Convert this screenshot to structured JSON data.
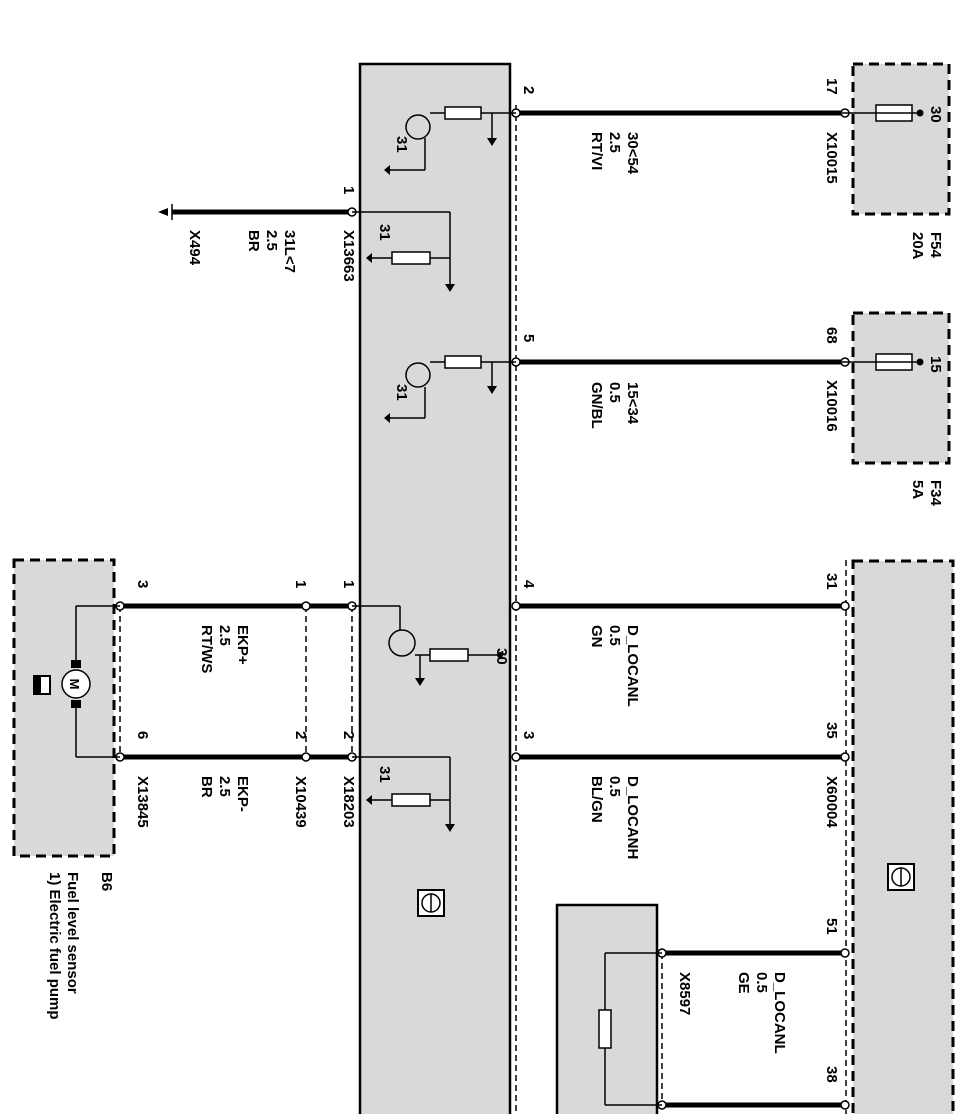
{
  "fuses": [
    {
      "id": "F54",
      "rating": "20A",
      "terminal": "30",
      "pin": "17",
      "connector": "X10015"
    },
    {
      "id": "F34",
      "rating": "5A",
      "terminal": "15",
      "pin": "68",
      "connector": "X10016"
    }
  ],
  "wires": [
    {
      "signal": "30<54",
      "size": "2.5",
      "color": "RT/VI",
      "pin": "2"
    },
    {
      "signal": "15<34",
      "size": "0.5",
      "color": "GN/BL",
      "pin": "5"
    },
    {
      "signal": "D_LOCANL",
      "size": "0.5",
      "color": "GN",
      "pin": "4"
    },
    {
      "signal": "D_LOCANH",
      "size": "0.5",
      "color": "BL/GN",
      "pin": "3"
    }
  ],
  "ground": {
    "signal": "31L<7",
    "size": "2.5",
    "color": "BR",
    "pin": "1",
    "connector": "X13663",
    "ground_point": "X494"
  },
  "gateway": {
    "connector": "X60004",
    "pin_a": "31",
    "pin_b": "35",
    "pin_c": "51",
    "pin_d": "38"
  },
  "bus_branch": {
    "signal": "D_LOCANL",
    "size": "0.5",
    "color": "GE",
    "connector": "X8597"
  },
  "pump_wires": [
    {
      "signal": "EKP+",
      "size": "2.5",
      "color": "RT/WS"
    },
    {
      "signal": "EKP-",
      "size": "2.5",
      "color": "BR"
    }
  ],
  "module_pins": {
    "pin1": "1",
    "pin2": "2",
    "connector": "X18203"
  },
  "inline_pins": {
    "pin1": "1",
    "pin2": "2",
    "connector": "X10439"
  },
  "sensor_pins": {
    "pin3": "3",
    "pin6": "6",
    "connector": "X13845"
  },
  "ground_label": "31",
  "supply_label": "30",
  "motor_letter": "M",
  "sensor": {
    "id": "B6",
    "line1": "Fuel level sensor",
    "line2": "1) Electric fuel pump"
  }
}
